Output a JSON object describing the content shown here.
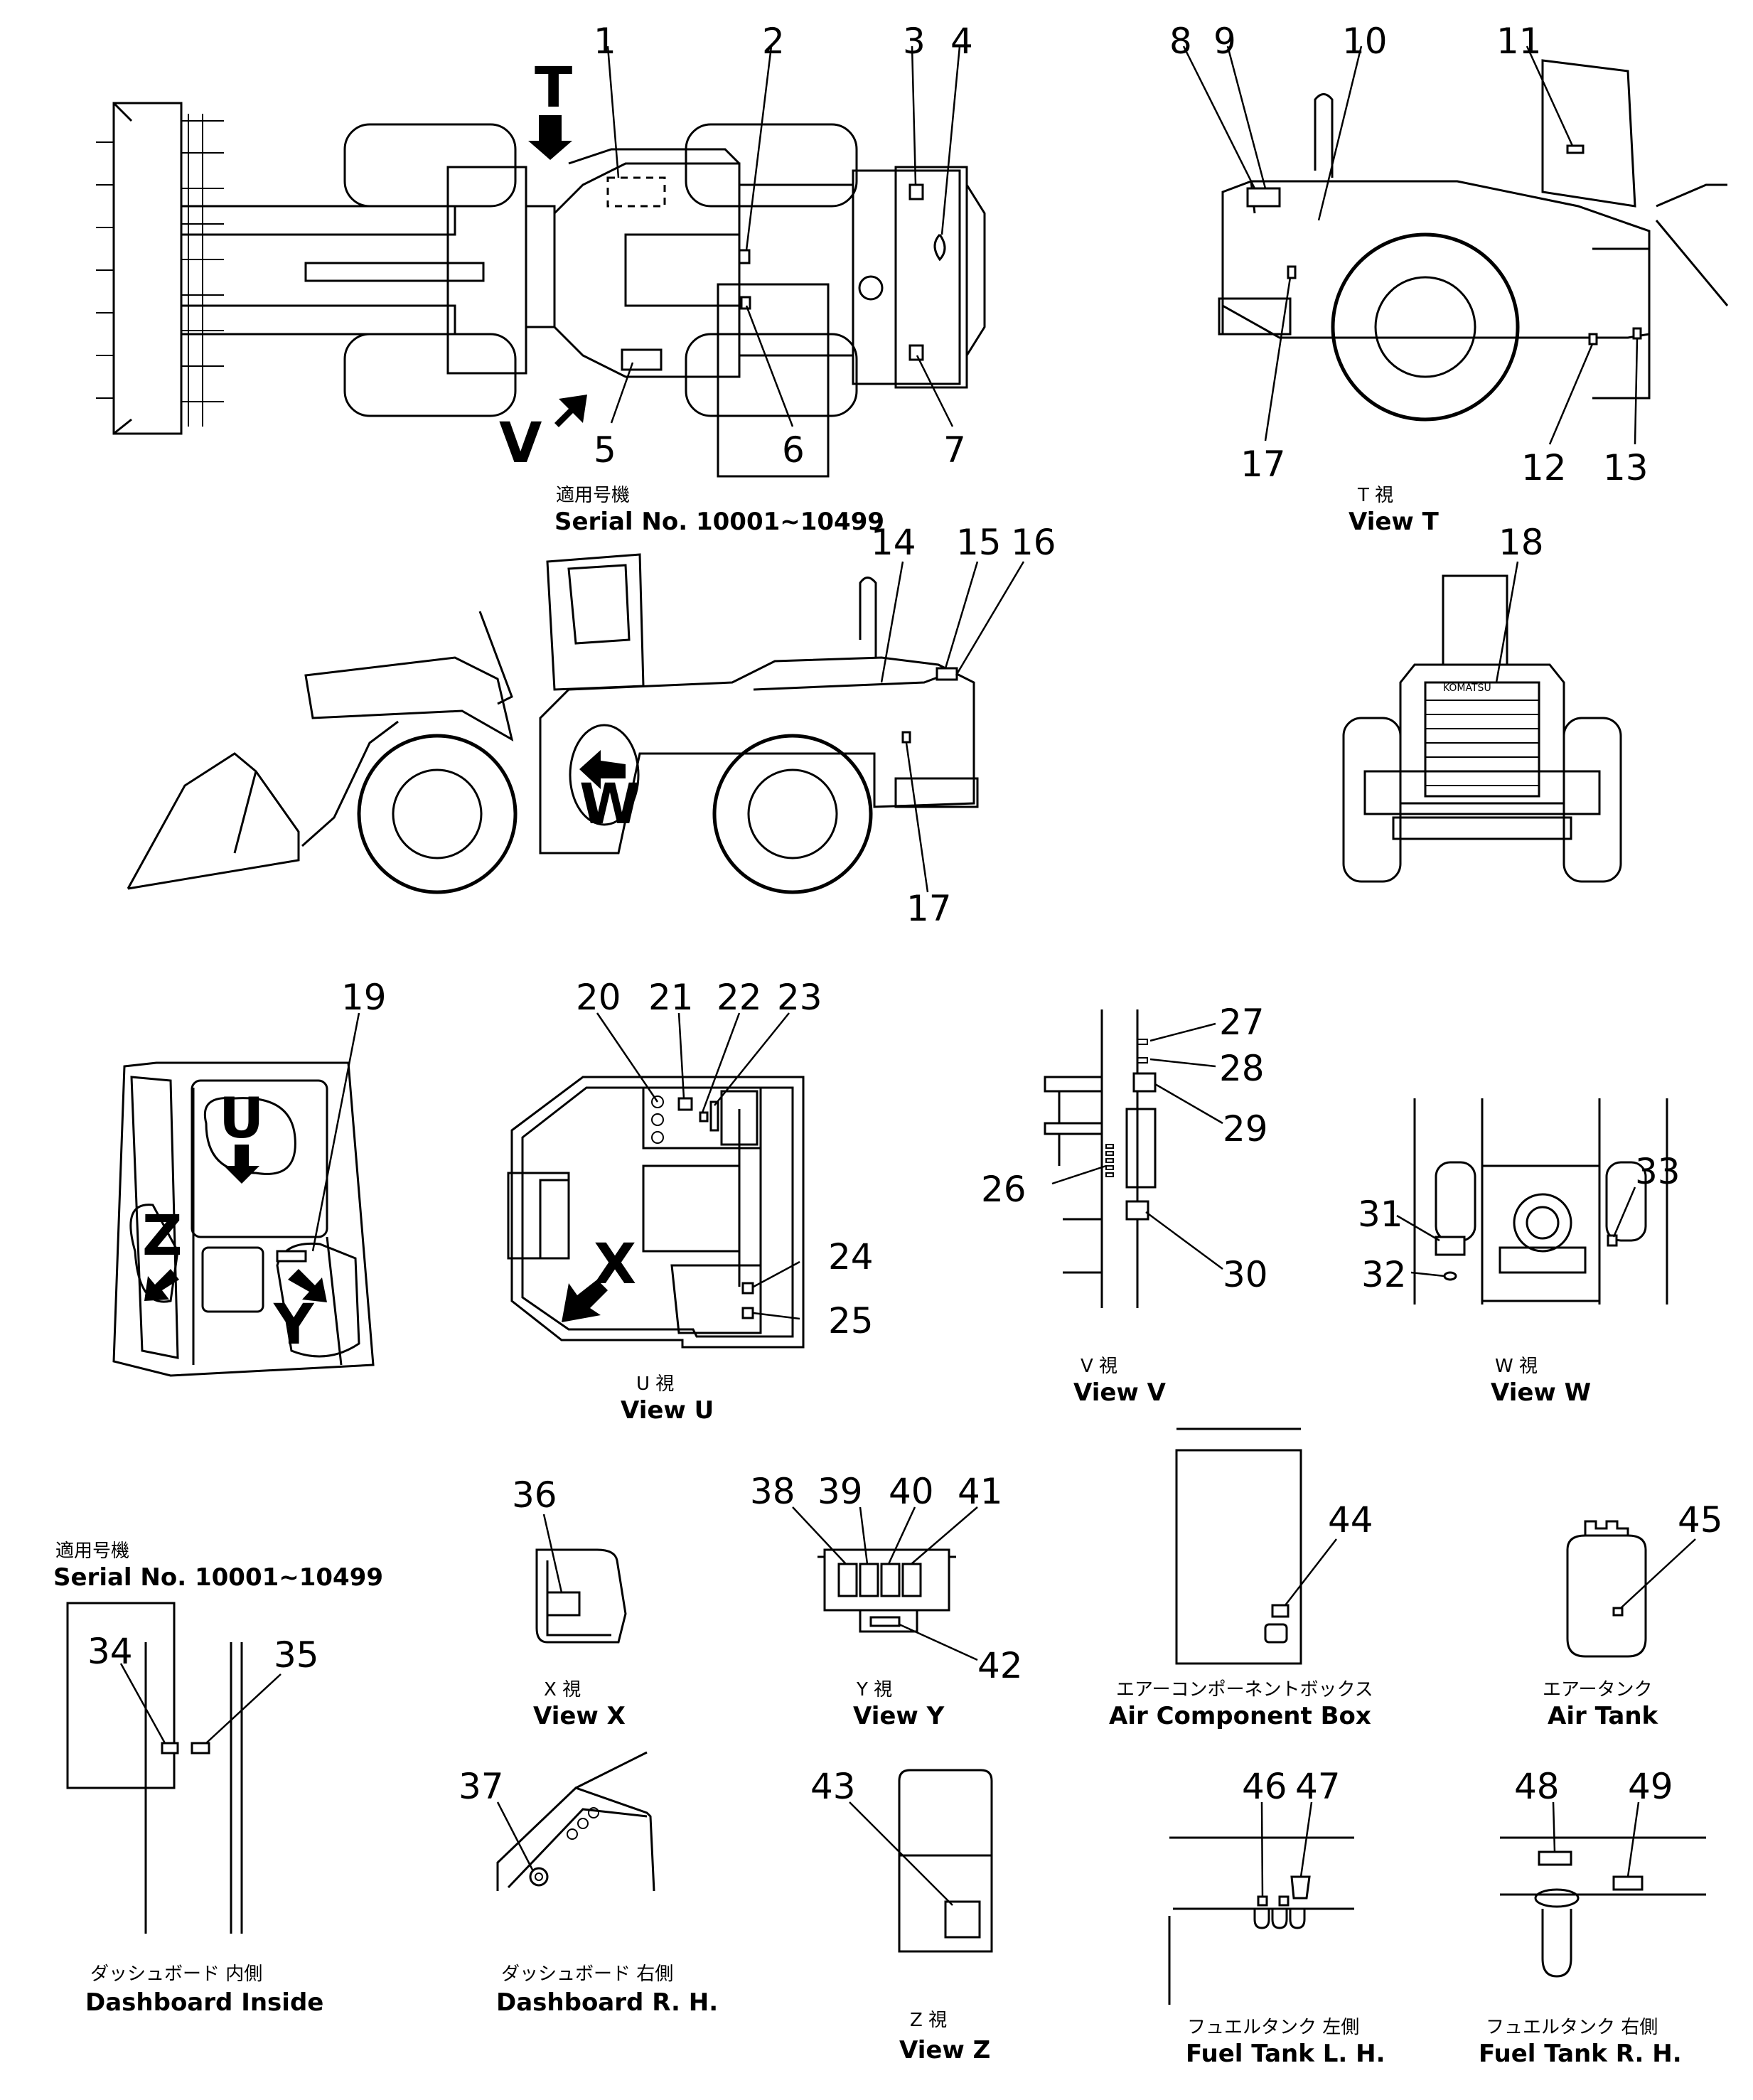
{
  "serial": {
    "label_jp": "適用号機",
    "label_en": "Serial No. 10001~10499"
  },
  "views": {
    "view_t": {
      "jp": "T 視",
      "en": "View T"
    },
    "view_u": {
      "jp": "U 視",
      "en": "View U"
    },
    "view_v": {
      "jp": "V 視",
      "en": "View V"
    },
    "view_w": {
      "jp": "W 視",
      "en": "View W"
    },
    "view_x": {
      "jp": "X 視",
      "en": "View X"
    },
    "view_y": {
      "jp": "Y 視",
      "en": "View Y"
    },
    "view_z": {
      "jp": "Z 視",
      "en": "View Z"
    },
    "air_component_box": {
      "jp": "エアーコンポーネントボックス",
      "en": "Air Component Box"
    },
    "air_tank": {
      "jp": "エアータンク",
      "en": "Air Tank"
    },
    "dashboard_inside": {
      "jp": "ダッシュボード 内側",
      "en": "Dashboard Inside"
    },
    "dashboard_rh": {
      "jp": "ダッシュボード 右側",
      "en": "Dashboard R. H."
    },
    "fuel_tank_lh": {
      "jp": "フュエルタンク 左側",
      "en": "Fuel Tank L. H."
    },
    "fuel_tank_rh": {
      "jp": "フュエルタンク 右側",
      "en": "Fuel Tank R. H."
    }
  },
  "view_letters": {
    "t": "T",
    "u": "U",
    "v": "V",
    "w": "W",
    "x": "X",
    "y": "Y",
    "z": "Z"
  },
  "brand_text": "KOMATSU",
  "callouts": [
    "1",
    "2",
    "3",
    "4",
    "5",
    "6",
    "7",
    "8",
    "9",
    "10",
    "11",
    "12",
    "13",
    "14",
    "15",
    "16",
    "17",
    "18",
    "19",
    "20",
    "21",
    "22",
    "23",
    "24",
    "25",
    "26",
    "27",
    "28",
    "29",
    "30",
    "31",
    "32",
    "33",
    "34",
    "35",
    "36",
    "37",
    "38",
    "39",
    "40",
    "41",
    "42",
    "43",
    "44",
    "45",
    "46",
    "47",
    "48",
    "49"
  ]
}
